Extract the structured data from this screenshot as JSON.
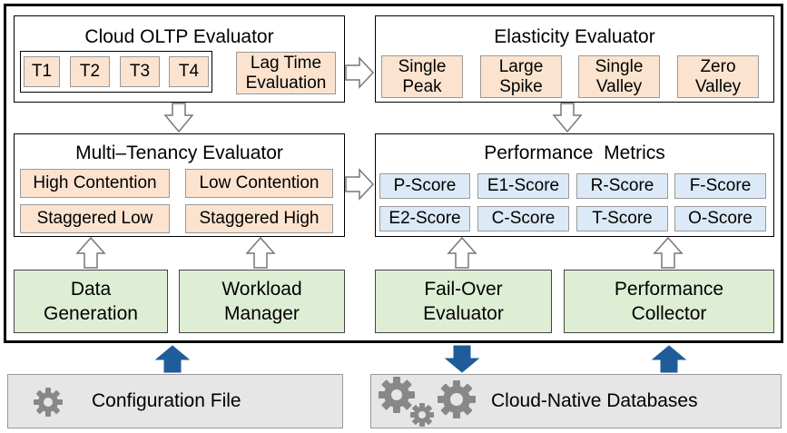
{
  "cloud_oltp": {
    "title": "Cloud OLTP Evaluator",
    "transactions": [
      "T1",
      "T2",
      "T3",
      "T4"
    ],
    "lag_time": "Lag Time\nEvaluation"
  },
  "elasticity": {
    "title": "Elasticity Evaluator",
    "patterns": [
      "Single\nPeak",
      "Large\nSpike",
      "Single\nValley",
      "Zero\nValley"
    ]
  },
  "multi_tenancy": {
    "title": "Multi–Tenancy Evaluator",
    "items": [
      "High Contention",
      "Low Contention",
      "Staggered Low",
      "Staggered High"
    ]
  },
  "performance_metrics": {
    "title": "Performance  Metrics",
    "scores": [
      "P-Score",
      "E1-Score",
      "R-Score",
      "F-Score",
      "E2-Score",
      "C-Score",
      "T-Score",
      "O-Score"
    ]
  },
  "modules": {
    "data_generation": "Data\nGeneration",
    "workload_manager": "Workload\nManager",
    "fail_over": "Fail-Over\nEvaluator",
    "performance_collector": "Performance\nCollector"
  },
  "inputs": {
    "config_file": "Configuration File",
    "cloud_databases": "Cloud-Native Databases"
  },
  "colors": {
    "orange_box": "#fbe3cf",
    "blue_box": "#dbeaf6",
    "green_box": "#deeed5",
    "gray_bar": "#e6e6e6",
    "arrow_blue": "#1f5c99",
    "gear": "#888888"
  },
  "icons": [
    "gear-icon",
    "gears-icon",
    "hollow-arrow-icon",
    "blue-arrow-icon"
  ]
}
